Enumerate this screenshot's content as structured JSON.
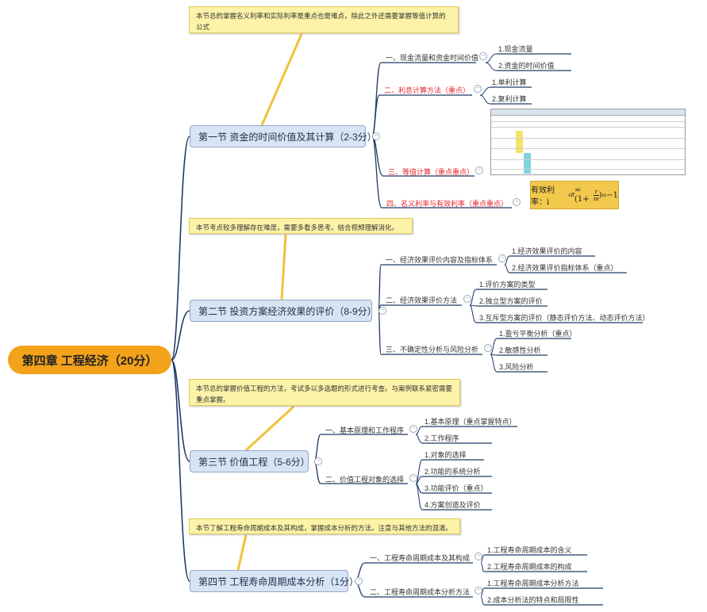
{
  "root": {
    "title": "第四章 工程经济（20分）"
  },
  "sections": [
    {
      "title": "第一节 资金的时间价值及其计算（2-3分）",
      "note": "本节总的掌握名义利率和实际利率是重点也是难点，除此之外还需要掌握等值计算的公式",
      "topics": [
        {
          "label": "一、现金流量和资金时间价值",
          "red": false,
          "children": [
            {
              "label": "1.现金流量",
              "red": false
            },
            {
              "label": "2.资金的时间价值",
              "red": false
            }
          ]
        },
        {
          "label": "二、利息计算方法（重点）",
          "red": true,
          "children": [
            {
              "label": "1.单利计算",
              "red": false
            },
            {
              "label": "2.复利计算",
              "red": false
            }
          ]
        },
        {
          "label": "三、等值计算（重点重点）",
          "red": true,
          "children": []
        },
        {
          "label": "四、名义利率与有效利率（重点重点）",
          "red": true,
          "children": []
        }
      ],
      "formula": "有效利率：i_eff=(1+r/m)^m-1"
    },
    {
      "title": "第二节 投资方案经济效果的评价（8-9分）",
      "note": "本节考点较多理解存在难度，需要多看多思考。结合视频理解消化。",
      "topics": [
        {
          "label": "一、经济效果评价内容及指标体系",
          "red": false,
          "children": [
            {
              "label": "1.经济效果评价的内容",
              "red": false
            },
            {
              "label": "2.经济效果评价指标体系（重点）",
              "red": true
            }
          ]
        },
        {
          "label": "二、经济效果评价方法",
          "red": false,
          "children": [
            {
              "label": "1.评价方案的类型",
              "red": false
            },
            {
              "label": "2.独立型方案的评价",
              "red": false
            },
            {
              "label": "3.互斥型方案的评价（静态评价方法、动态评价方法）",
              "red": false
            }
          ]
        },
        {
          "label": "三、不确定性分析与风险分析",
          "red": false,
          "children": [
            {
              "label": "1.盈亏平衡分析（重点）",
              "red": true
            },
            {
              "label": "2.敏感性分析",
              "red": false
            },
            {
              "label": "3.风险分析",
              "red": false
            }
          ]
        }
      ]
    },
    {
      "title": "第三节 价值工程（5-6分）",
      "note": "本节总的掌握价值工程的方法，考试多以多选题的形式进行考查。与案例联系紧密需要重点掌握。",
      "topics": [
        {
          "label": "一、基本原理和工作程序",
          "red": false,
          "children": [
            {
              "label": "1.基本原理（重点掌握特点）",
              "red": true
            },
            {
              "label": "2.工作程序",
              "red": false
            }
          ]
        },
        {
          "label": "二、价值工程对象的选择",
          "red": false,
          "children": [
            {
              "label": "1.对象的选择",
              "red": false
            },
            {
              "label": "2.功能的系统分析",
              "red": false
            },
            {
              "label": "3.功能评价（重点）",
              "red": true
            },
            {
              "label": "4.方案创造及评价",
              "red": false
            }
          ]
        }
      ]
    },
    {
      "title": "第四节 工程寿命周期成本分析（1分）",
      "note": "本节了解工程寿命周期成本及其构成，掌握成本分析的方法。注意与其他方法的混淆。",
      "topics": [
        {
          "label": "一、工程寿命周期成本及其构成",
          "red": false,
          "children": [
            {
              "label": "1.工程寿命周期成本的含义",
              "red": false
            },
            {
              "label": "2.工程寿命周期成本的构成",
              "red": false
            }
          ]
        },
        {
          "label": "二、工程寿命周期成本分析方法",
          "red": false,
          "children": [
            {
              "label": "1.工程寿命周期成本分析方法",
              "red": false
            },
            {
              "label": "2.成本分析法的特点和局限性",
              "red": false
            }
          ]
        }
      ]
    }
  ],
  "colors": {
    "root": "#f3a21a",
    "section_bg": "#d8e4f4",
    "line": "#1f3a66",
    "red": "#e8262a",
    "note": "#fcf3a8",
    "note_line": "#f0c23a"
  }
}
